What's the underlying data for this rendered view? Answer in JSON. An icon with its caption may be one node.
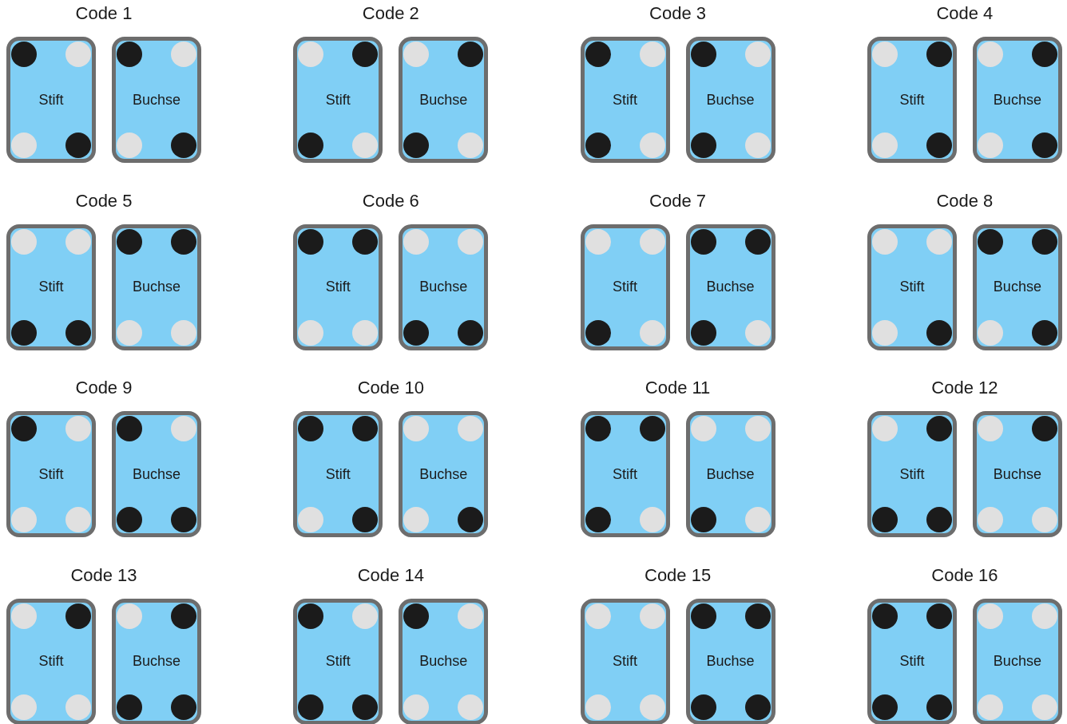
{
  "diagram": {
    "nodes": [
      {
        "text": [
          "Stift"
        ]
      },
      {
        "text": [
          "Buchse"
        ]
      },
      {
        "text": [
          "Stift"
        ]
      },
      {
        "text": [
          "Buchse"
        ]
      },
      {
        "text": [
          "Stift"
        ]
      },
      {
        "text": [
          "Buchse"
        ]
      },
      {
        "text": [
          "Stift"
        ]
      },
      {
        "text": [
          "Buchse"
        ]
      },
      {
        "text": [
          "Stift"
        ]
      },
      {
        "text": [
          "Buchse"
        ]
      },
      {
        "text": [
          "Stift"
        ]
      },
      {
        "text": [
          "Buchse"
        ]
      },
      {
        "text": [
          "Stift"
        ]
      },
      {
        "text": [
          "Buchse"
        ]
      },
      {
        "text": [
          "Stift"
        ]
      },
      {
        "text": [
          "Buchse"
        ]
      },
      {
        "text": [
          "Stift"
        ]
      },
      {
        "text": [
          "Buchse"
        ]
      },
      {
        "text": [
          "Stift"
        ]
      },
      {
        "text": [
          "Buchse"
        ]
      },
      {
        "text": [
          "Stift"
        ]
      },
      {
        "text": [
          "Buchse"
        ]
      },
      {
        "text": [
          "Stift"
        ]
      },
      {
        "text": [
          "Buchse"
        ]
      },
      {
        "text": [
          "Stift"
        ]
      },
      {
        "text": [
          "Buchse"
        ]
      },
      {
        "text": [
          "Stift"
        ]
      },
      {
        "text": [
          "Buchse"
        ]
      },
      {
        "text": [
          "Stift"
        ]
      },
      {
        "text": [
          "Buchse"
        ]
      },
      {
        "text": [
          "Stift"
        ]
      },
      {
        "text": [
          "Buchse"
        ]
      }
    ],
    "labels": [
      "Code 1",
      "Code 2",
      "Code 3",
      "Code 4",
      "Code 5",
      "Code 6",
      "Code 7",
      "Code 8",
      "Code 9",
      "Code 10",
      "Code 11",
      "Code 12",
      "Code 13",
      "Code 14",
      "Code 15",
      "Code 16"
    ]
  }
}
